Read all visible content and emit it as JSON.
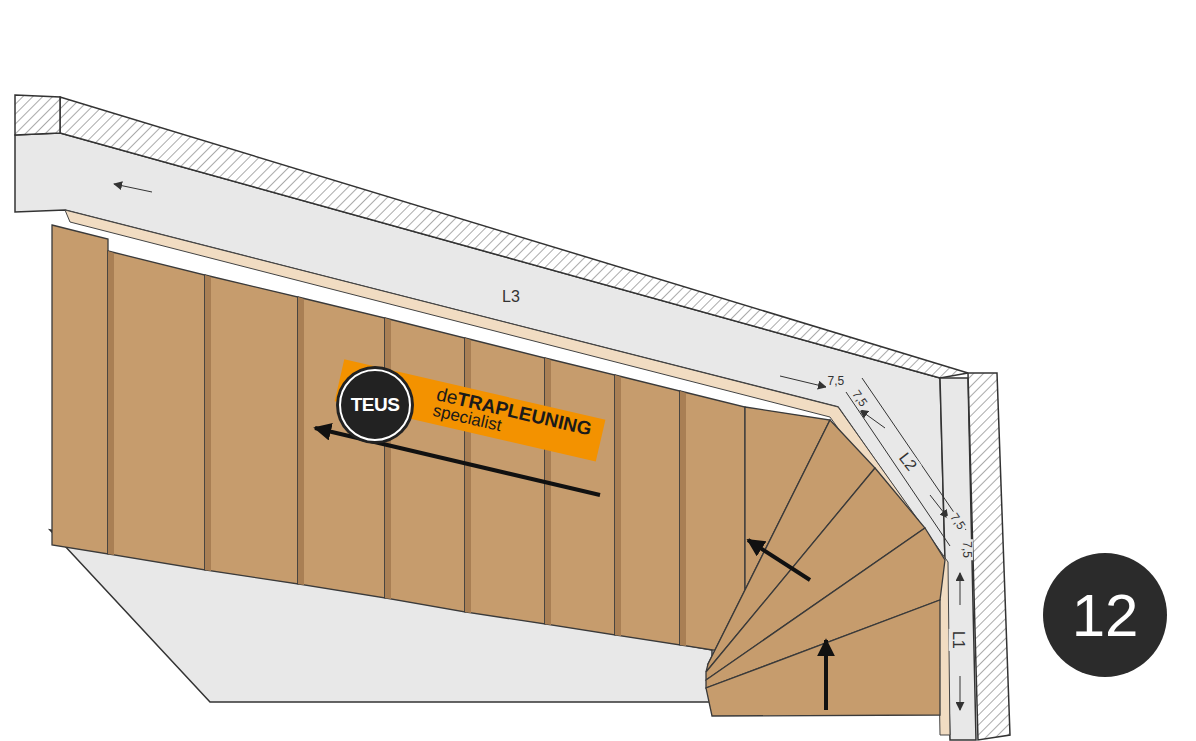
{
  "diagram": {
    "nodes": [
      {
        "text": [
          "TEUS"
        ]
      },
      {
        "text": [
          "de",
          "TRAPLEUNING",
          "specialist"
        ]
      },
      {
        "text": [
          "12"
        ]
      }
    ],
    "labels": [
      "L3",
      "7,5",
      "7,5",
      "L2",
      "7,5",
      "7,5",
      "L1"
    ]
  }
}
